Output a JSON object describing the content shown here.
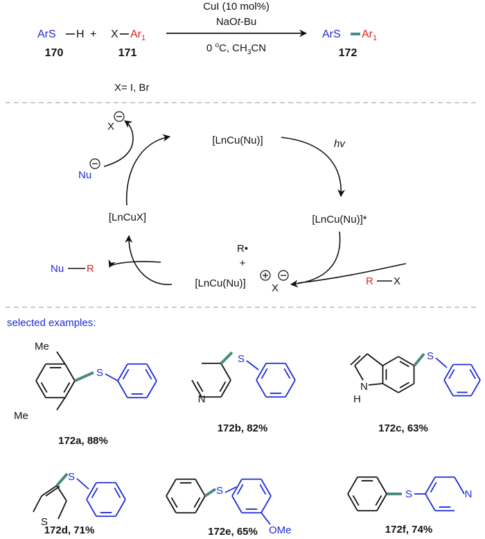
{
  "colors": {
    "black": "#111111",
    "blue": "#1f2bd6",
    "red": "#e0241b",
    "teal": "#4a8a80",
    "dash": "#b8b8b8"
  },
  "scheme": {
    "arsh": "ArS",
    "arsh_h": "H",
    "plus": "+",
    "x_label": "X",
    "ar1": "Ar",
    "sub1": "1",
    "c170": "170",
    "c171": "171",
    "c172": "172",
    "prod_ars": "ArS",
    "cond1": "CuI (10 mol%)",
    "cond2a": "NaO",
    "cond2b": "t",
    "cond2c": "-Bu",
    "cond3a": "0 ",
    "cond3b": "o",
    "cond3c": "C, CH",
    "cond3d": "3",
    "cond3e": "CN",
    "xeq": "X= I, Br"
  },
  "cycle": {
    "lncunu": "[LnCu(Nu)]",
    "hv": "hv",
    "excited": "[LnCu(Nu)]*",
    "r_radical": "R•",
    "plus": "+",
    "complex": "[LnCu(Nu)]",
    "plus_charge": "+",
    "x": "X",
    "minus_charge": "−",
    "lncux": "[LnCuX]",
    "nu_r_nu": "Nu",
    "nu_r_r": "R",
    "rx_r": "R",
    "rx_x": "X",
    "nu_anion": "Nu",
    "x_anion": "X"
  },
  "examples": {
    "heading": "selected examples:",
    "me": "Me",
    "s": "S",
    "n": "N",
    "nh_n": "N",
    "nh_h": "H",
    "ome": "OMe",
    "items": [
      {
        "id": "172a",
        "yield": ", 88%"
      },
      {
        "id": "172b",
        "yield": ", 82%"
      },
      {
        "id": "172c",
        "yield": ", 63%"
      },
      {
        "id": "172d",
        "yield": ", 71%"
      },
      {
        "id": "172e",
        "yield": ", 65%"
      },
      {
        "id": "172f",
        "yield": ", 74%"
      }
    ]
  }
}
